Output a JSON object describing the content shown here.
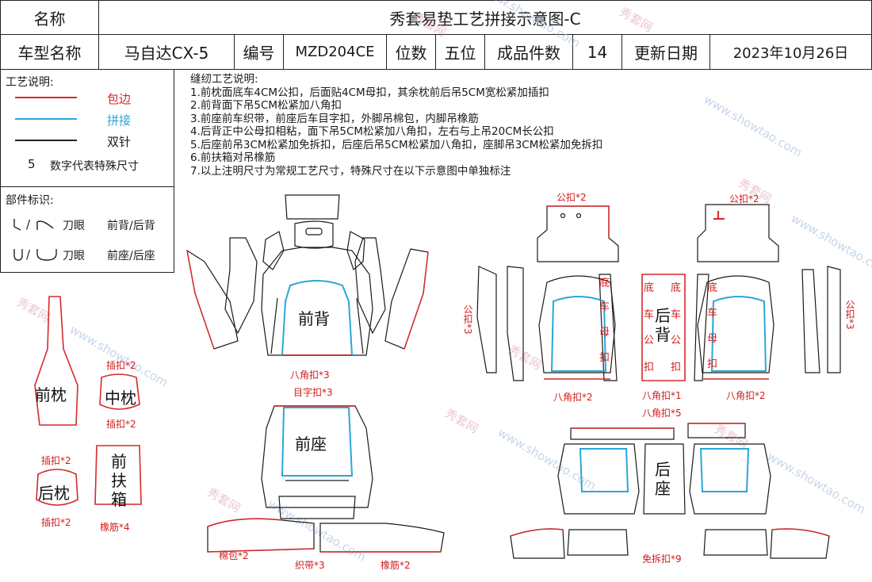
{
  "header": {
    "name_label": "名称",
    "doc_title": "秀套易垫工艺拼接示意图-C",
    "model_label": "车型名称",
    "model_value": "马自达CX-5",
    "code_label": "编号",
    "code_value": "MZD204CE",
    "seats_label": "位数",
    "seats_value": "五位",
    "pieces_label": "成品件数",
    "pieces_value": "14",
    "date_label": "更新日期",
    "date_value": "2023年10月26日"
  },
  "legend": {
    "title": "工艺说明:",
    "items": [
      {
        "label": "包边",
        "color": "#d42a2a"
      },
      {
        "label": "拼接",
        "color": "#2aa6d8"
      },
      {
        "label": "双针",
        "color": "#222222"
      }
    ],
    "size_number": "5",
    "size_text": "数字代表特殊尺寸"
  },
  "parts_legend": {
    "title": "部件标识:",
    "row1_mark": "刀眼",
    "row1_text": "前背/后背",
    "row2_mark": "刀眼",
    "row2_text": "前座/后座"
  },
  "sewing_notes": {
    "title": "缝纫工艺说明:",
    "lines": [
      "1.前枕面底车4CM公扣，后面贴4CM母扣，其余枕前后吊5CM宽松紧加插扣",
      "2.前背面下吊5CM松紧加八角扣",
      "3.前座前车织带，前座后车目字扣，外脚吊棉包，内脚吊橡筋",
      "4.后背正中公母扣相粘，面下吊5CM松紧加八角扣，左右与上吊20CM长公扣",
      "5.后座前吊3CM松紧加免拆扣，后座后吊5CM松紧加八角扣，座脚吊3CM松紧加免拆扣",
      "6.前扶箱对吊橡筋",
      "7.以上注明尺寸为常规工艺尺寸，特殊尺寸在以下示意图中单独标注"
    ]
  },
  "diagram_labels": {
    "front_back": "前背",
    "front_seat": "前座",
    "rear_back_1": "后",
    "rear_back_2": "背",
    "rear_seat_1": "后",
    "rear_seat_2": "座",
    "front_pillow": "前枕",
    "mid_pillow": "中枕",
    "rear_pillow": "后枕",
    "armrest_1": "前",
    "armrest_2": "扶",
    "armrest_3": "箱",
    "octagon_3": "八角扣*3",
    "mu_buckle_3": "目字扣*3",
    "plug_2a": "插扣*2",
    "plug_2b": "插扣*2",
    "plug_2c": "插扣*2",
    "plug_2d": "插扣*2",
    "elastic_4": "橡筋*4",
    "cotton_2": "棉包*2",
    "webbing_3": "织带*3",
    "elastic_2": "橡筋*2",
    "male_2a": "公扣*2",
    "male_2b": "公扣*2",
    "male_3a": "公扣*3",
    "male_3b": "公扣*3",
    "octagon_2a": "八角扣*2",
    "octagon_1": "八角扣*1",
    "octagon_5": "八角扣*5",
    "octagon_2b": "八角扣*2",
    "free_9": "免拆扣*9",
    "di": "底",
    "che": "车",
    "mu": "母",
    "kou": "扣",
    "gong": "公"
  },
  "watermark": {
    "cn": "秀套网",
    "url": "www.showtao.com"
  }
}
